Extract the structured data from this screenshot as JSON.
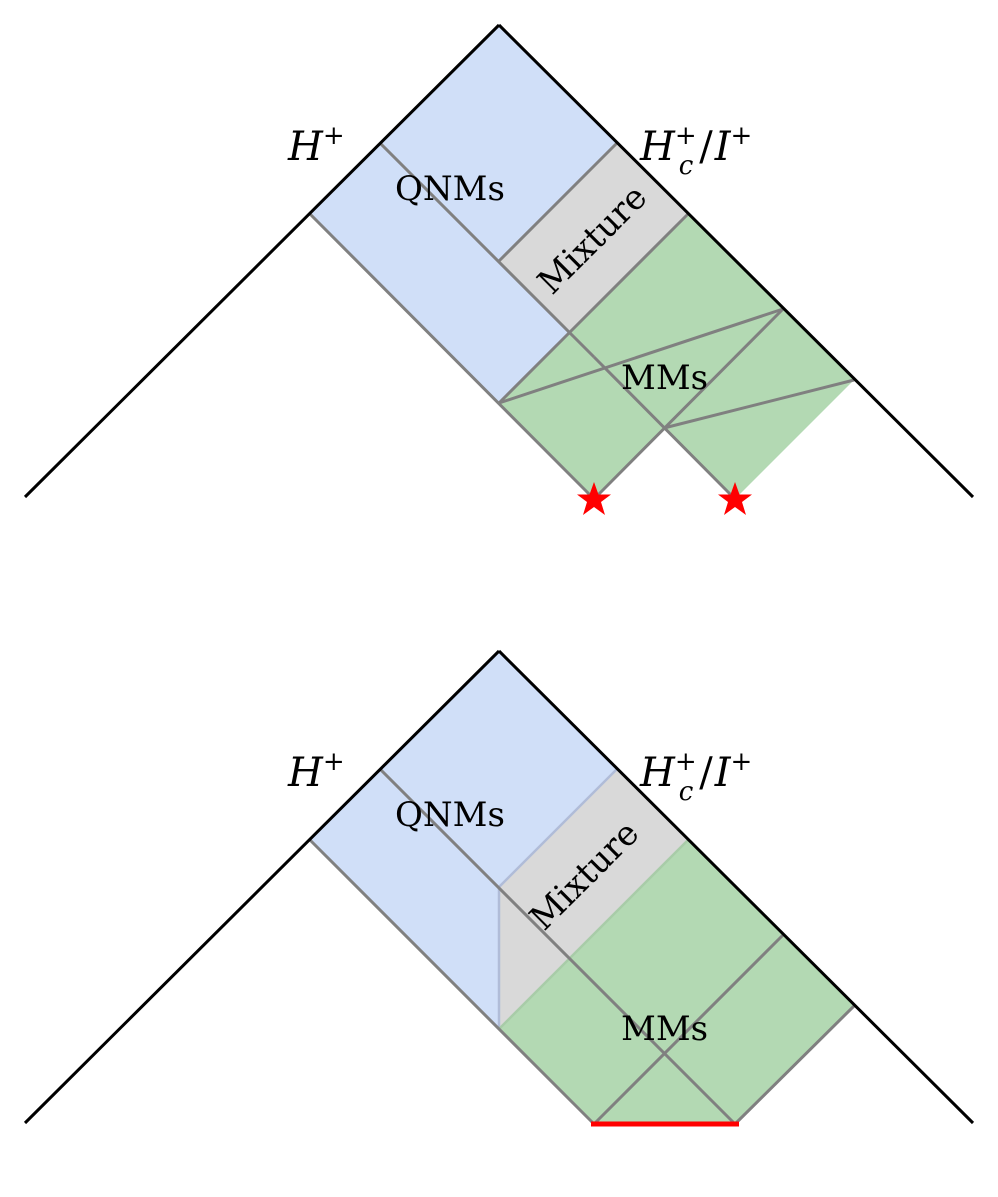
{
  "colors": {
    "qnm_region": "#d0dff8",
    "mixture_region": "#d9d9d9",
    "mm_region": "#b3d9b3",
    "grid_line": "#808080",
    "boundary_line": "#000000",
    "source": "#ff0000"
  },
  "panels": [
    {
      "id": "top",
      "labels": {
        "horizon_main": "H",
        "horizon_sup": "+",
        "cosmo_main": "H",
        "cosmo_sub": "c",
        "cosmo_sup": "+",
        "slash": "/",
        "scri_main": "I",
        "scri_sup": "+",
        "qnms": "QNMs",
        "mixture": "Mixture",
        "mms": "MMs"
      },
      "source_type": "two point sources (stars)"
    },
    {
      "id": "bottom",
      "labels": {
        "horizon_main": "H",
        "horizon_sup": "+",
        "cosmo_main": "H",
        "cosmo_sub": "c",
        "cosmo_sup": "+",
        "slash": "/",
        "scri_main": "I",
        "scri_sup": "+",
        "qnms": "QNMs",
        "mixture": "Mixture",
        "mms": "MMs"
      },
      "source_type": "extended source (segment)"
    }
  ]
}
